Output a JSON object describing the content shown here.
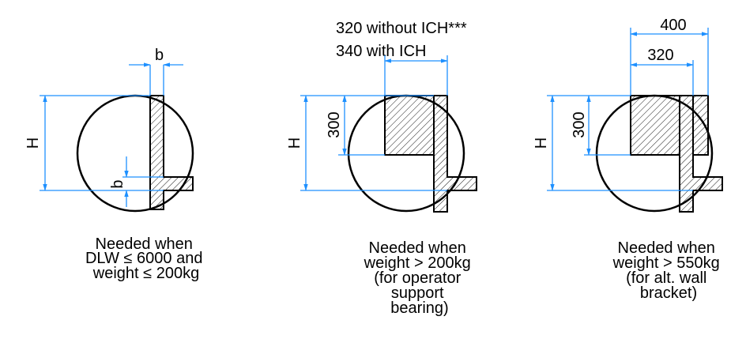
{
  "colors": {
    "dimension": "#1e90ff",
    "outline": "#000000",
    "background": "#ffffff"
  },
  "panel1": {
    "dim_b_top": "b",
    "dim_H": "H",
    "dim_b_side": "b",
    "caption": [
      "Needed when",
      "DLW ≤ 6000 and",
      "weight ≤  200kg"
    ]
  },
  "panel2": {
    "note_line1": "320 without ICH***",
    "note_line2": "340 with ICH",
    "dim_H": "H",
    "dim_300": "300",
    "caption": [
      "Needed when",
      "weight > 200kg",
      "(for operator",
      "support",
      "bearing)"
    ]
  },
  "panel3": {
    "dim_400": "400",
    "dim_320": "320",
    "dim_H": "H",
    "dim_300": "300",
    "caption": [
      "Needed when",
      "weight > 550kg",
      "(for alt. wall",
      "bracket)"
    ]
  }
}
